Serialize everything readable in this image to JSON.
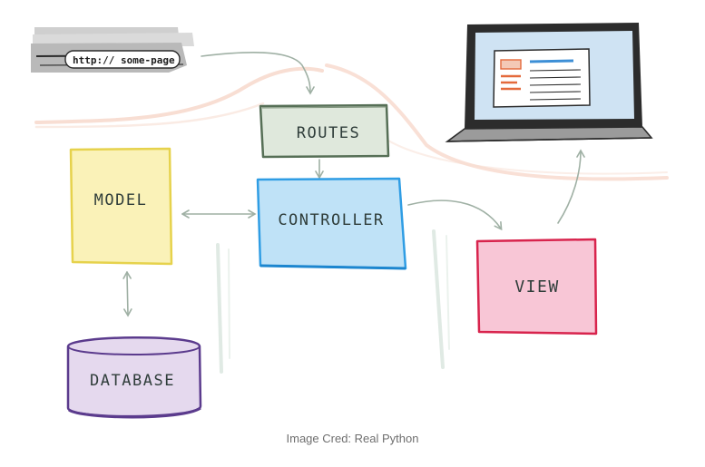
{
  "browser": {
    "url": "http:// some-page"
  },
  "nodes": {
    "routes": {
      "label": "ROUTES",
      "fill": "#dfe8dc",
      "stroke": "#566f56"
    },
    "controller": {
      "label": "CONTROLLER",
      "fill": "#bfe2f7",
      "stroke": "#2f9de4"
    },
    "model": {
      "label": "MODEL",
      "fill": "#faf2b8",
      "stroke": "#e6d24c"
    },
    "database": {
      "label": "DATABASE",
      "fill": "#e5d9ee",
      "stroke": "#5b3b8d"
    },
    "view": {
      "label": "VIEW",
      "fill": "#f8c6d6",
      "stroke": "#d8244d"
    }
  },
  "laptop": {
    "screen_color": "#cfe3f3",
    "accent_orange": "#e46a3c",
    "accent_blue": "#3d8fd6"
  },
  "caption": "Image Cred: Real Python"
}
